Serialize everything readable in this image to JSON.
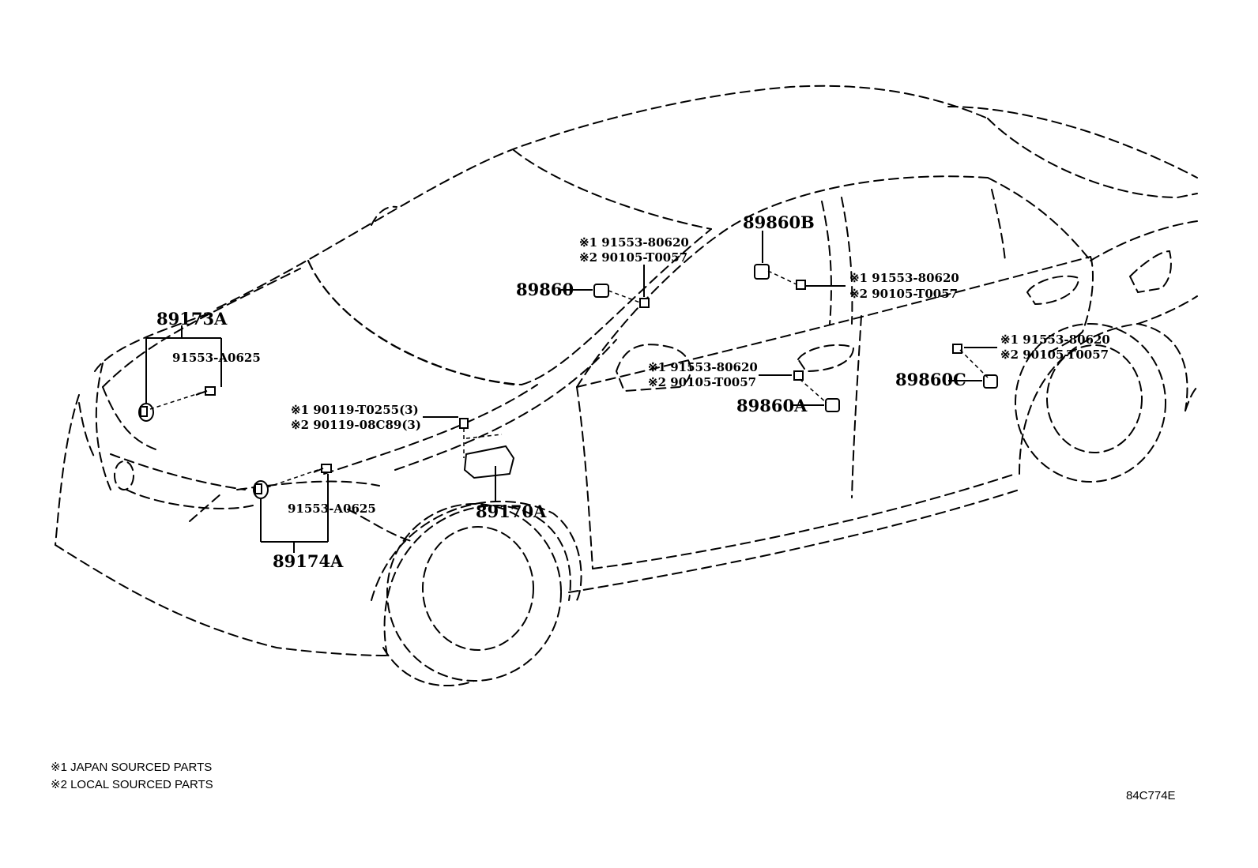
{
  "parts": {
    "p89173A": "89173A",
    "p89174A": "89174A",
    "p89170A": "89170A",
    "p89860": "89860",
    "p89860B": "89860B",
    "p89860A": "89860A",
    "p89860C": "89860C",
    "bolt_front_upper": "91553-A0625",
    "bolt_front_lower": "91553-A0625",
    "ecu_bolt_1": "※1 90119-T0255(3)",
    "ecu_bolt_2": "※2 90119-08C89(3)",
    "s89860_1": "※1 91553-80620",
    "s89860_2": "※2 90105-T0057",
    "s89860B_1": "※1 91553-80620",
    "s89860B_2": "※2 90105-T0057",
    "s89860A_1": "※1 91553-80620",
    "s89860A_2": "※2 90105-T0057",
    "s89860C_1": "※1 91553-80620",
    "s89860C_2": "※2 90105-T0057"
  },
  "notes": {
    "n1": "※1 JAPAN SOURCED PARTS",
    "n2": "※2 LOCAL SOURCED PARTS"
  },
  "diagram_code": "84C774E"
}
